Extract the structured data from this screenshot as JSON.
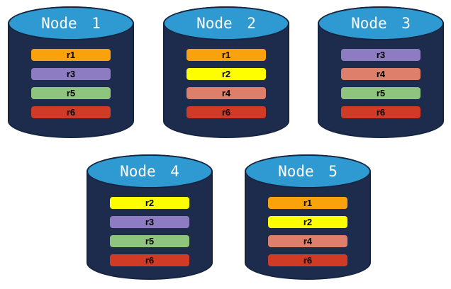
{
  "diagram": {
    "background": "#FFFFFF",
    "cylinder": {
      "body_color": "#1D2C4C",
      "top_color": "#2F9AD1",
      "outline_color": "#16253F",
      "label_color": "#FFFFFF",
      "bar_text_color": "#000000"
    },
    "nodes": [
      {
        "name": "Node 1",
        "replicas": [
          {
            "label": "r1",
            "color": "#FAA20C"
          },
          {
            "label": "r3",
            "color": "#8E7CC3"
          },
          {
            "label": "r5",
            "color": "#8EC47D"
          },
          {
            "label": "r6",
            "color": "#D03B26"
          }
        ]
      },
      {
        "name": "Node 2",
        "replicas": [
          {
            "label": "r1",
            "color": "#FAA20C"
          },
          {
            "label": "r2",
            "color": "#FEFE00"
          },
          {
            "label": "r4",
            "color": "#DE7F6C"
          },
          {
            "label": "r6",
            "color": "#D03B26"
          }
        ]
      },
      {
        "name": "Node 3",
        "replicas": [
          {
            "label": "r3",
            "color": "#8E7CC3"
          },
          {
            "label": "r4",
            "color": "#DE7F6C"
          },
          {
            "label": "r5",
            "color": "#8EC47D"
          },
          {
            "label": "r6",
            "color": "#D03B26"
          }
        ]
      },
      {
        "name": "Node 4",
        "replicas": [
          {
            "label": "r2",
            "color": "#FEFE00"
          },
          {
            "label": "r3",
            "color": "#8E7CC3"
          },
          {
            "label": "r5",
            "color": "#8EC47D"
          },
          {
            "label": "r6",
            "color": "#D03B26"
          }
        ]
      },
      {
        "name": "Node 5",
        "replicas": [
          {
            "label": "r1",
            "color": "#FAA20C"
          },
          {
            "label": "r2",
            "color": "#FEFE00"
          },
          {
            "label": "r4",
            "color": "#DE7F6C"
          },
          {
            "label": "r6",
            "color": "#D03B26"
          }
        ]
      }
    ]
  }
}
